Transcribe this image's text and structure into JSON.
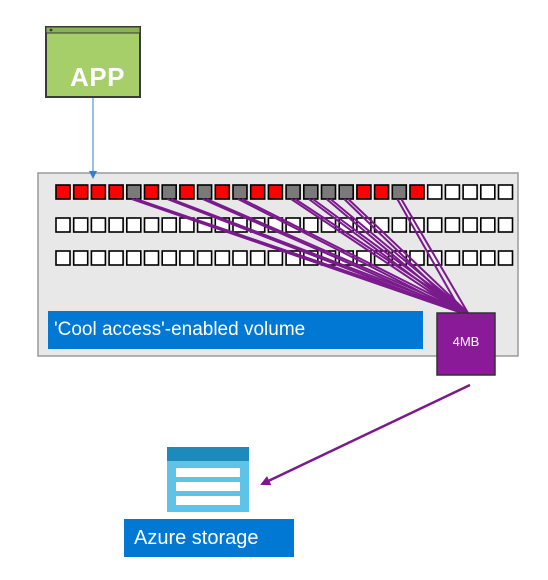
{
  "app": {
    "label": "APP"
  },
  "volume": {
    "label": "'Cool access'-enabled volume"
  },
  "block": {
    "label": "4MB"
  },
  "storage": {
    "label": "Azure storage"
  },
  "blocks": {
    "columns": 26,
    "rows": 3,
    "row1_states": [
      "hot",
      "hot",
      "hot",
      "hot",
      "cold",
      "hot",
      "cold",
      "hot",
      "cold",
      "hot",
      "cold",
      "hot",
      "hot",
      "cold",
      "cold",
      "cold",
      "cold",
      "hot",
      "hot",
      "cold",
      "hot",
      "empty",
      "empty",
      "empty",
      "empty",
      "empty"
    ]
  },
  "colors": {
    "app_bg": "#a6cf6a",
    "app_border": "#3a3a3a",
    "volume_bg": "#e8e8e8",
    "volume_border": "#9a9a9a",
    "hot_block": "#ff0000",
    "cold_block": "#7a7a7a",
    "empty_block": "#ffffff",
    "arrow": "#7a1a8c",
    "write_arrow": "#3a7cc8",
    "label_bg": "#0078d4",
    "storage_dark": "#1c8bbb",
    "storage_light": "#5fc3e8"
  }
}
